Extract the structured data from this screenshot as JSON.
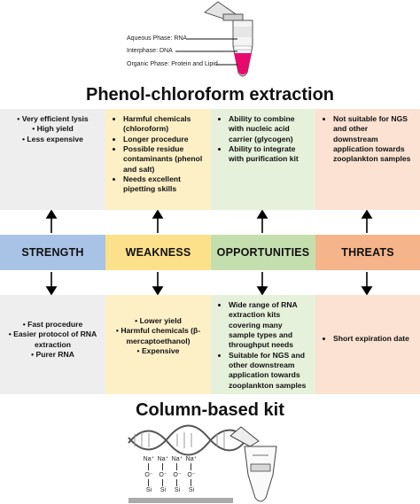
{
  "tube": {
    "aqueous": "Aqueous Phase: RNA",
    "interphase": "Interphase: DNA",
    "organic": "Organic Phase: Protein  and Lipid"
  },
  "top_title": "Phenol-chloroform extraction",
  "bottom_title": "Column-based kit",
  "categories": [
    {
      "label": "STRENGTH",
      "color": "#a9c3e6"
    },
    {
      "label": "WEAKNESS",
      "color": "#fde18a"
    },
    {
      "label": "OPPORTUNITIES",
      "color": "#c4dfad"
    },
    {
      "label": "THREATS",
      "color": "#f5b48a"
    }
  ],
  "top_cells": [
    {
      "bg": "#eeeeee",
      "items": [
        "Very efficient lysis",
        "High yield",
        "Less expensive"
      ]
    },
    {
      "bg": "#fdf0c6",
      "items": [
        "Harmful chemicals (chloroform)",
        "Longer procedure",
        "Possible residue contaminants (phenol and salt)",
        "Needs excellent pipetting skills"
      ]
    },
    {
      "bg": "#e6f1dc",
      "items": [
        "Ability to combine with nucleic acid carrier (glycogen)",
        "Ability to integrate with purification kit"
      ]
    },
    {
      "bg": "#fbe2d2",
      "items": [
        "Not suitable for NGS and other downstream application towards zooplankton samples"
      ]
    }
  ],
  "bottom_cells": [
    {
      "bg": "#eeeeee",
      "items": [
        "Fast procedure",
        "Easier protocol of RNA extraction",
        "Purer RNA"
      ]
    },
    {
      "bg": "#fdf0c6",
      "items": [
        "Lower yield",
        "Harmful chemicals (β-mercaptoethanol)",
        "Expensive"
      ]
    },
    {
      "bg": "#e6f1dc",
      "items": [
        "Wide range of RNA extraction kits covering many sample types and throughput needs",
        "Suitable for NGS and other downstream application towards zooplankton samples"
      ]
    },
    {
      "bg": "#fbe2d2",
      "items": [
        "Short expiration date"
      ]
    }
  ],
  "column": {
    "na": "Na⁺",
    "o": "O⁻",
    "si": "Si"
  }
}
